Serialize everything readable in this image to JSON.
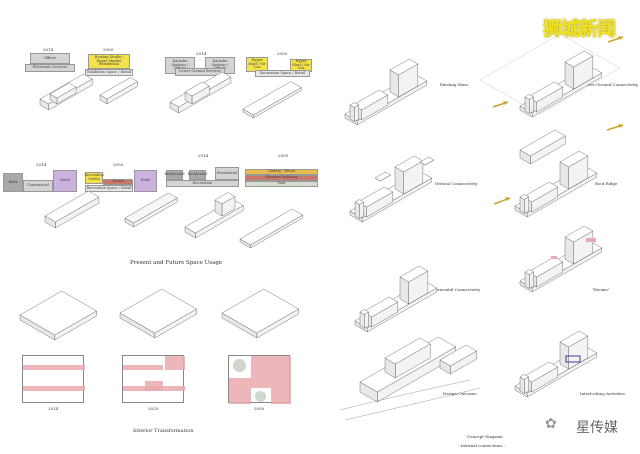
{
  "watermarks": {
    "top": "狮城新闻",
    "bottom": "星传媒",
    "bottom_icon": "wechat-icon"
  },
  "space_usage": {
    "caption": "Present and Future Space Usage",
    "row1": [
      {
        "year": "2014",
        "upper": "Offices",
        "lower": "Electronic Services"
      },
      {
        "year": "2050",
        "upper": "Hosting Studio / Hyper Market Residential",
        "lower": "Exhibition Space / Retail"
      },
      {
        "year": "2014",
        "left": "Karaoke Stations / Offices",
        "right": "Karaoke Stations / Offices",
        "lower": "Lower Ground Services"
      },
      {
        "year": "2050",
        "left": "Hyper Mart / Mr Coa",
        "right": "Hyper Mart / Mr Coa",
        "lower": "Recreation Space / Retail"
      }
    ],
    "row2": [
      {
        "year": "2014",
        "left": "Bank",
        "middle": "Commercial",
        "right": "Hotel"
      },
      {
        "year": "2050",
        "left": "Recreation Studio",
        "middle": "Tennis",
        "lower": "Recreation Space / Retail",
        "right": "Hotel"
      },
      {
        "year": "2014",
        "left": "Residential",
        "middle": "Residential",
        "right": "Residential",
        "lower": "Recreation"
      },
      {
        "year": "2050",
        "top": "Library / Retail",
        "middle": "Elevated Walkway",
        "bottom": "Park"
      }
    ]
  },
  "interior": {
    "caption": "Interior Transformation",
    "years": [
      "2014",
      "2025",
      "2050"
    ]
  },
  "concept": {
    "panels": [
      "Existing Mass",
      "Lower Ground Connectivity",
      "Vertical Connectivity",
      "Roof Ridge",
      "Horizontal Connectivity",
      "\"Rooms\"",
      "Design Outcome",
      "Interlocking Activities"
    ],
    "caption": "Concept Diagram",
    "subcaption": "- Internal connections -"
  },
  "colors": {
    "arrow": "#c9a227",
    "pink": "#e9a9ae",
    "yellow": "#f3e24a"
  }
}
